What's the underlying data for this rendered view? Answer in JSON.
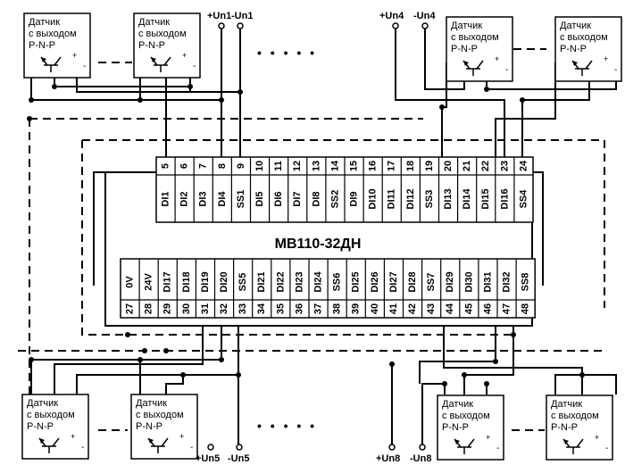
{
  "device": {
    "name": "МВ110-32ДН"
  },
  "sensor": {
    "line1": "Датчик",
    "line2": "с выходом",
    "line3": "P-N-P",
    "plus": "+",
    "minus": "-"
  },
  "top_terminals": {
    "numbers": [
      "5",
      "6",
      "7",
      "8",
      "9",
      "10",
      "11",
      "12",
      "13",
      "14",
      "15",
      "16",
      "17",
      "18",
      "19",
      "20",
      "21",
      "22",
      "23",
      "24"
    ],
    "labels": [
      "DI1",
      "DI2",
      "DI3",
      "DI4",
      "SS1",
      "DI5",
      "DI6",
      "DI7",
      "DI8",
      "SS2",
      "DI9",
      "DI10",
      "DI11",
      "DI12",
      "SS3",
      "DI13",
      "DI14",
      "DI15",
      "DI16",
      "SS4"
    ]
  },
  "bottom_terminals": {
    "numbers": [
      "27",
      "28",
      "29",
      "30",
      "31",
      "32",
      "33",
      "34",
      "35",
      "36",
      "37",
      "38",
      "39",
      "40",
      "41",
      "42",
      "43",
      "44",
      "45",
      "46",
      "47",
      "48"
    ],
    "labels": [
      "0V",
      "24V",
      "DI17",
      "DI18",
      "DI19",
      "DI20",
      "SS5",
      "DI21",
      "DI22",
      "DI23",
      "DI24",
      "SS6",
      "DI25",
      "DI26",
      "DI27",
      "DI28",
      "SS7",
      "DI29",
      "DI30",
      "DI31",
      "DI32",
      "SS8"
    ]
  },
  "supply": {
    "un1_plus": "+Un1",
    "un1_minus": "-Un1",
    "un4_plus": "+Un4",
    "un4_minus": "-Un4",
    "un5_plus": "+Un5",
    "un5_minus": "-Un5",
    "un8_plus": "+Un8",
    "un8_minus": "-Un8"
  },
  "ellipsis": "• • • • •"
}
